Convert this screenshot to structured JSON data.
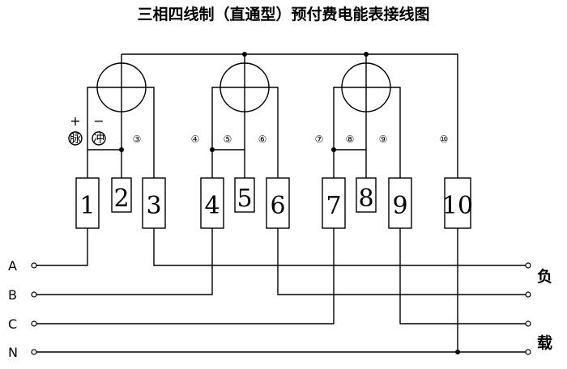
{
  "title": "三相四线制（直通型）预付费电能表接线图",
  "terminals": [
    {
      "label": "1",
      "circle_label": "",
      "small": false
    },
    {
      "label": "2",
      "circle_label": "",
      "small": true
    },
    {
      "label": "3",
      "circle_label": "③",
      "small": false
    },
    {
      "label": "4",
      "circle_label": "④",
      "small": false
    },
    {
      "label": "5",
      "circle_label": "⑤",
      "small": true
    },
    {
      "label": "6",
      "circle_label": "⑥",
      "small": false
    },
    {
      "label": "7",
      "circle_label": "⑦",
      "small": false
    },
    {
      "label": "8",
      "circle_label": "⑧",
      "small": true
    },
    {
      "label": "9",
      "circle_label": "⑨",
      "small": false
    },
    {
      "label": "10",
      "circle_label": "⑩",
      "small": false
    }
  ],
  "pulse": {
    "plus": "+",
    "minus": "−",
    "left_char": "脉",
    "right_char": "冲"
  },
  "lines": [
    "A",
    "B",
    "C",
    "N"
  ],
  "load": {
    "top": "负",
    "bottom": "载"
  },
  "colors": {
    "ink": "#000000",
    "background": "#ffffff"
  }
}
